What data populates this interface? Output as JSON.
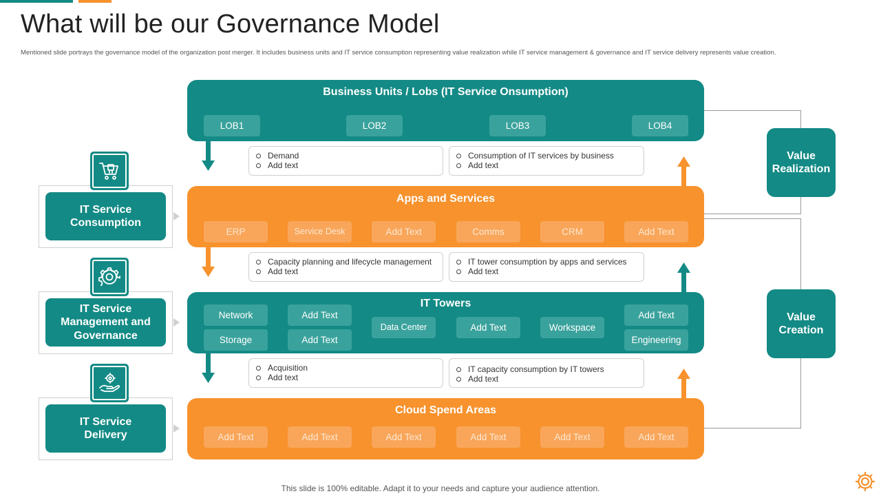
{
  "slide": {
    "title": "What will be our Governance Model",
    "subtitle": "Mentioned slide portrays the governance model of the organization post merger. It includes business units and IT  service consumption representing value realization while IT service management  & governance and IT  service delivery represents value creation.",
    "footer": "This slide is 100% editable. Adapt it to your  needs and capture your audience attention."
  },
  "colors": {
    "teal": "#138a85",
    "teal_light": "#3aa29c",
    "orange": "#f7922d",
    "orange_light": "#f9a65a"
  },
  "bands": {
    "business_units": {
      "title": "Business Units / Lobs (IT Service Onsumption)",
      "items": [
        "LOB1",
        "LOB2",
        "LOB3",
        "LOB4"
      ]
    },
    "apps_services": {
      "title": "Apps and Services",
      "items": [
        "ERP",
        "Service Desk",
        "Add Text",
        "Comms",
        "CRM",
        "Add Text"
      ]
    },
    "it_towers": {
      "title": "IT Towers",
      "items": [
        "Network",
        "Storage",
        "Add Text",
        "Add Text",
        "Data Center",
        "Add Text",
        "Workspace",
        "Add Text",
        "Engineering"
      ]
    },
    "cloud_spend": {
      "title": "Cloud Spend Areas",
      "items": [
        "Add Text",
        "Add Text",
        "Add Text",
        "Add Text",
        "Add Text",
        "Add Text"
      ]
    }
  },
  "notes": [
    [
      "Demand",
      "Add text"
    ],
    [
      "Consumption of IT services by business",
      "Add text"
    ],
    [
      "Capacity planning and lifecycle management",
      "Add text"
    ],
    [
      "IT tower consumption by apps and services",
      "Add text"
    ],
    [
      "Acquisition",
      "Add text"
    ],
    [
      "IT capacity consumption by IT towers",
      "Add text"
    ]
  ],
  "left_panel": [
    {
      "label": "IT Service Consumption",
      "icon": "shopping-cart-icon"
    },
    {
      "label": "IT Service Management and Governance",
      "icon": "gear-icon"
    },
    {
      "label": "IT Service Delivery",
      "icon": "hand-gear-icon"
    }
  ],
  "right_panel": [
    {
      "label": "Value Realization"
    },
    {
      "label": "Value Creation"
    }
  ],
  "footer_icon": "gear-icon"
}
